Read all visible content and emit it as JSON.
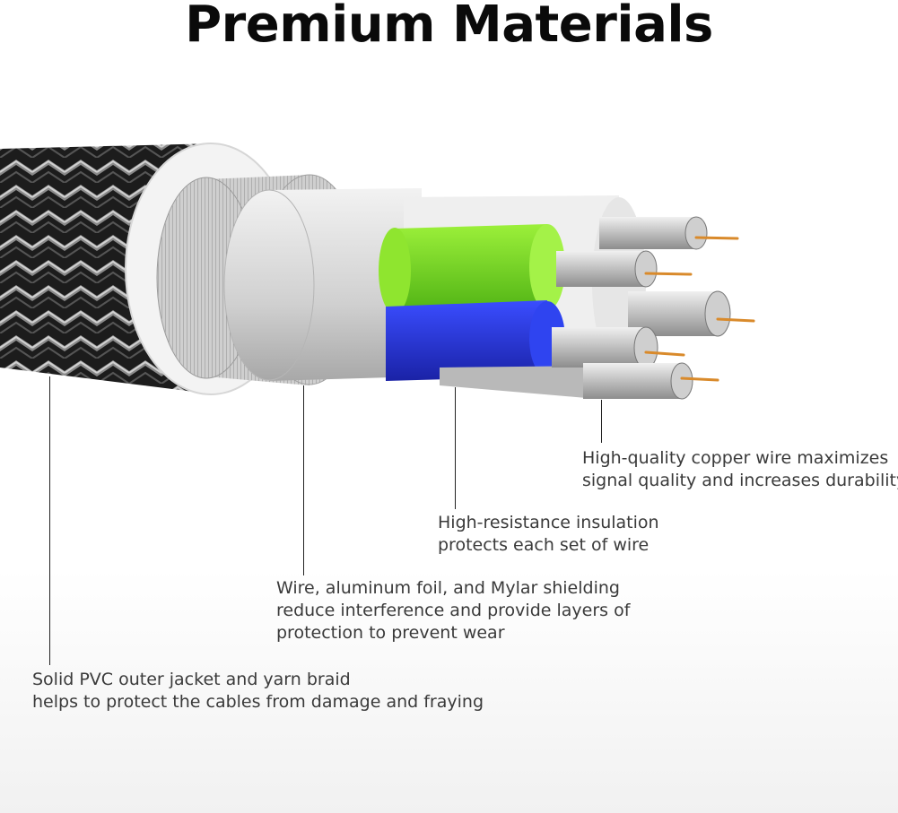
{
  "title": "Premium Materials",
  "callouts": {
    "copper": {
      "lines": [
        "High-quality copper wire maximizes",
        "signal quality and increases durability"
      ]
    },
    "insulation": {
      "lines": [
        "High-resistance insulation",
        "protects each set of wire"
      ]
    },
    "shielding": {
      "lines": [
        "Wire, aluminum foil, and Mylar shielding",
        "reduce interference and provide layers of",
        "protection to prevent wear"
      ]
    },
    "jacket": {
      "lines": [
        "Solid PVC outer jacket and yarn braid",
        "helps to protect the cables from damage and fraying"
      ]
    }
  },
  "colors": {
    "insulation_green": "#7ed321",
    "insulation_blue": "#2438d6",
    "copper": "#d98a2b",
    "braid_dark": "#2a2a2a",
    "foil": "#c8c8c8"
  }
}
